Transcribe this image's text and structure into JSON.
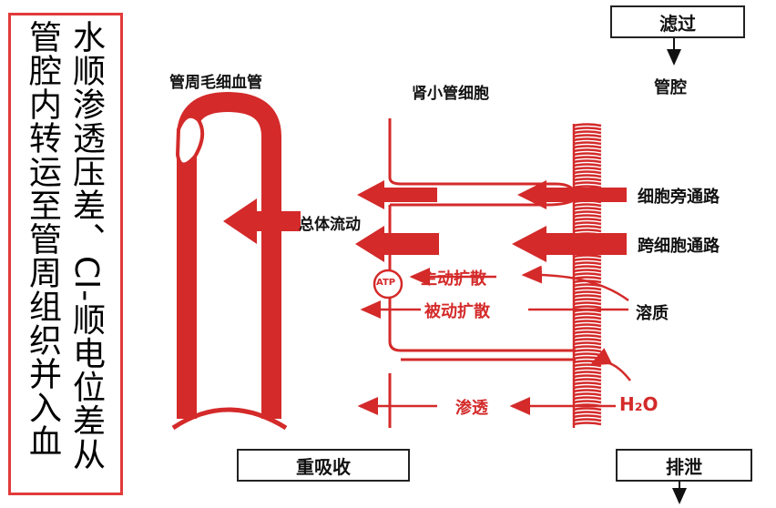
{
  "side_note": {
    "right_column": "水顺渗透压差、Cl-顺电位差从",
    "left_column": "管腔内转运至管周组织并入血"
  },
  "labels": {
    "capillary": "管周毛细血管",
    "tubule_cell": "肾小管细胞",
    "lumen": "管腔",
    "bulk_flow": "总体流动",
    "paracellular": "细胞旁通路",
    "transcellular": "跨细胞通路",
    "active_diffusion": "主动扩散",
    "passive_diffusion": "被动扩散",
    "solute": "溶质",
    "osmosis": "渗透",
    "water": "H₂O",
    "atp": "ATP"
  },
  "boxes": {
    "filtration": "滤过",
    "reabsorption": "重吸收",
    "excretion": "排泄"
  },
  "colors": {
    "red": "#d42a2a",
    "frame_red": "#e23a3a",
    "black": "#111111"
  }
}
